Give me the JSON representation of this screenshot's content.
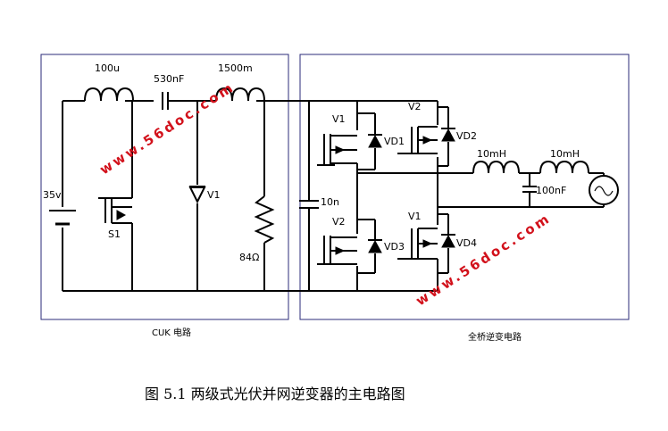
{
  "cuk": {
    "section_label": "CUK 电路",
    "battery_label": "35v",
    "inductor1_label": "100u",
    "capacitor1_label": "530nF",
    "inductor2_label": "1500m",
    "diode_label": "V1",
    "switch_label": "S1",
    "resistor_label": "84Ω"
  },
  "inverter": {
    "section_label": "全桥逆变电路",
    "capacitor_label": "10n",
    "q1_label": "V1",
    "q2_label": "V2",
    "q3_label": "V2",
    "q4_label": "V1",
    "d1_label": "VD1",
    "d2_label": "VD2",
    "d3_label": "VD3",
    "d4_label": "VD4",
    "inductor_a_label": "10mH",
    "inductor_b_label": "10mH",
    "filter_cap_label": "100nF"
  },
  "watermarks": [
    "www.56doc.com",
    "www.56doc.com"
  ],
  "caption": "图 5.1 两级式光伏并网逆变器的主电路图"
}
